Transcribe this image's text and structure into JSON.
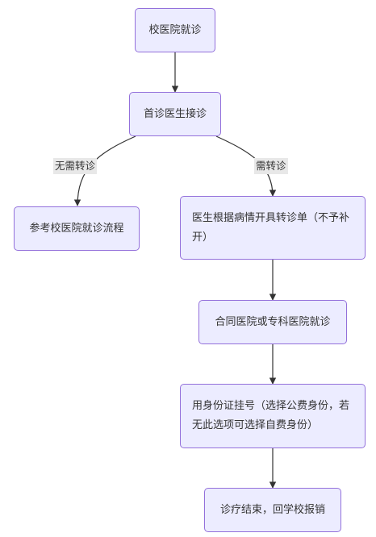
{
  "flowchart": {
    "nodes": {
      "n1": "校医院就诊",
      "n2": "首诊医生接诊",
      "n3": "参考校医院就诊流程",
      "n4": "医生根据病情开具转诊单（不予补开）",
      "n5": "合同医院或专科医院就诊",
      "n6": "用身份证挂号（选择公费身份，若无此选项可选择自费身份）",
      "n7": "诊疗结束，回学校报销"
    },
    "edges": {
      "no_referral": "无需转诊",
      "need_referral": "需转诊"
    },
    "colors": {
      "node_fill": "#ECECFF",
      "node_border": "#9370DB",
      "edge": "#333333"
    }
  }
}
